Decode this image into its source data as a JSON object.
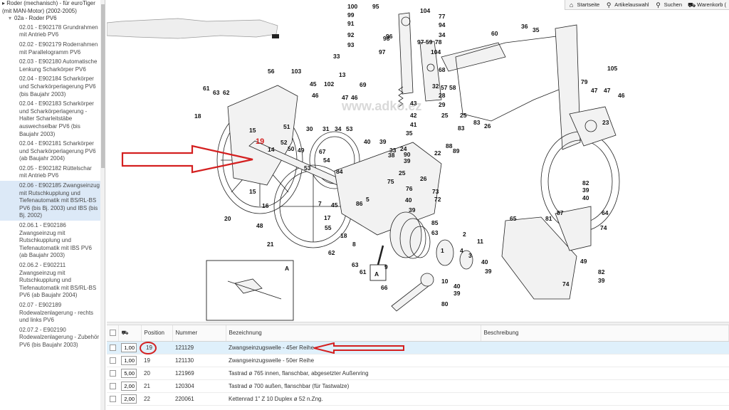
{
  "tree": {
    "parent": "Roder (mechanisch) - für euroTiger (mit MAN-Motor) (2002-2005)",
    "group": "02a - Roder PV6",
    "items": [
      "02.01 - E902178 Grundrahmen mit Antrieb PV6",
      "02.02 - E902179 Roderrahmen mit Parallelogramm PV6",
      "02.03 - E902180 Automatische Lenkung Scharkörper PV6",
      "02.04 - E902184 Scharkörper und Scharkörperlagerung PV6 (bis Baujahr 2003)",
      "02.04 - E902183 Scharkörper und Scharkörperlagerung - Halter Scharleitstäbe auswechselbar PV6 (bis Baujahr 2003)",
      "02.04 - E902181 Scharkörper und Scharkörperlagerung PV6 (ab Baujahr 2004)",
      "02.05 - E902182 Rüttelschar mit Antrieb PV6",
      "02.06 - E902185 Zwangseinzug mit Rutschkupplung und Tiefenautomatik mit BS/RL-BS PV6 (bis Bj. 2003) und IBS (bis Bj. 2002)",
      "02.06.1 - E902186 Zwangseinzug mit Rutschkupplung und Tiefenautomatik mit IBS PV6 (ab Baujahr 2003)",
      "02.06.2 - E902211 Zwangseinzug mit Rutschkupplung und Tiefenautomatik mit BS/RL-BS PV6 (ab Baujahr 2004)",
      "02.07 - E902189 Rodewalzenlagerung - rechts und links PV6",
      "02.07.2 - E902190 Rodewalzenlagerung - Zubehör PV6 (bis Baujahr 2003)"
    ]
  },
  "toolbar": {
    "home": "Startseite",
    "articles": "Artikelauswahl",
    "search": "Suchen",
    "cart": "Warenkorb ("
  },
  "diagram": {
    "watermark": "www.adko.ez",
    "highlight_label": "19",
    "inset_label": "A",
    "callout_label": "A"
  },
  "table": {
    "headers": [
      "",
      "",
      "Position",
      "Nummer",
      "Bezeichnung",
      "Beschreibung"
    ],
    "rows": [
      {
        "qty": "1,00",
        "position": "19",
        "number": "121129",
        "name": "Zwangseinzugswelle - 45er Reihe",
        "desc": ""
      },
      {
        "qty": "1,00",
        "position": "19",
        "number": "121130",
        "name": "Zwangseinzugswelle - 50er Reihe",
        "desc": ""
      },
      {
        "qty": "5,00",
        "position": "20",
        "number": "121969",
        "name": "Tastrad ø 765 innen, flanschbar, abgesetzter Außenring",
        "desc": ""
      },
      {
        "qty": "2,00",
        "position": "21",
        "number": "120304",
        "name": "Tastrad ø 700 außen, flanschbar (für Tastwalze)",
        "desc": ""
      },
      {
        "qty": "2,00",
        "position": "22",
        "number": "220061",
        "name": "Kettenrad 1\" Z 10 Duplex ø 52 n.Zng.",
        "desc": ""
      }
    ]
  },
  "colors": {
    "accent_red": "#d42020",
    "selected_row": "#dff0fb",
    "selected_tree": "#dce9f7"
  }
}
